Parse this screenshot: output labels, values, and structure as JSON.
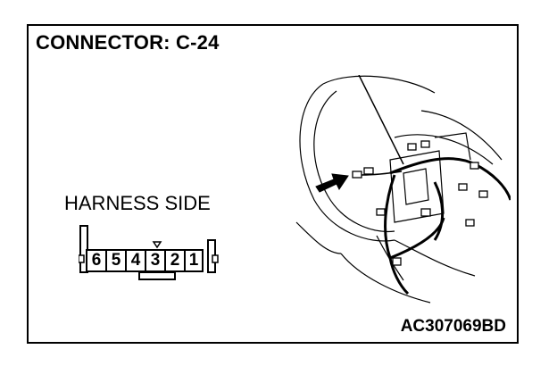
{
  "title": "CONNECTOR: C-24",
  "harness_label": "HARNESS SIDE",
  "pins": [
    "6",
    "5",
    "4",
    "3",
    "2",
    "1"
  ],
  "figure_code": "AC307069BD"
}
